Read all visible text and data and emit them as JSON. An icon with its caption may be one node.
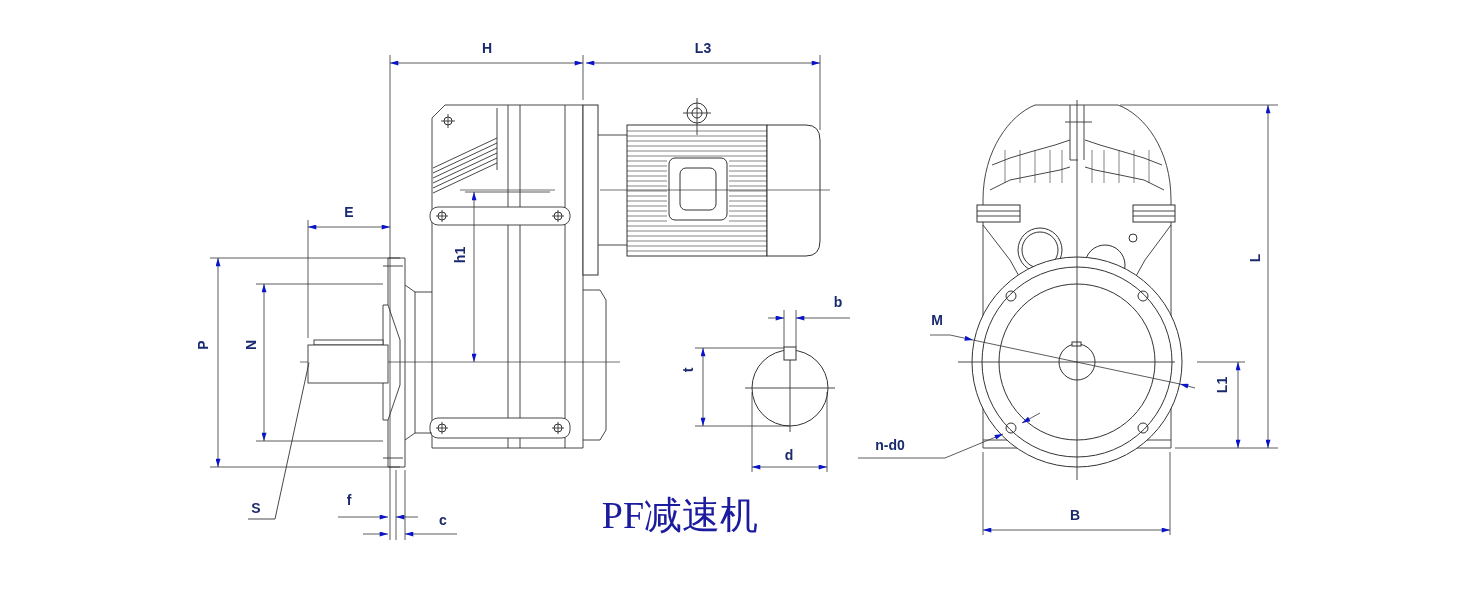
{
  "diagram": {
    "title": "PF减速机",
    "nodes": [
      {
        "text": [
          "S"
        ]
      },
      {
        "text": [],
        "shape": "bar"
      }
    ],
    "edges": [
      {
        "from": 0,
        "to": 1,
        "arrow": "none"
      }
    ],
    "labels": [
      "H",
      "L3",
      "E",
      "h1",
      "P",
      "N",
      "b",
      "M",
      "L",
      "t",
      "L1",
      "n-d0",
      "d",
      "f",
      "c",
      "B"
    ]
  }
}
